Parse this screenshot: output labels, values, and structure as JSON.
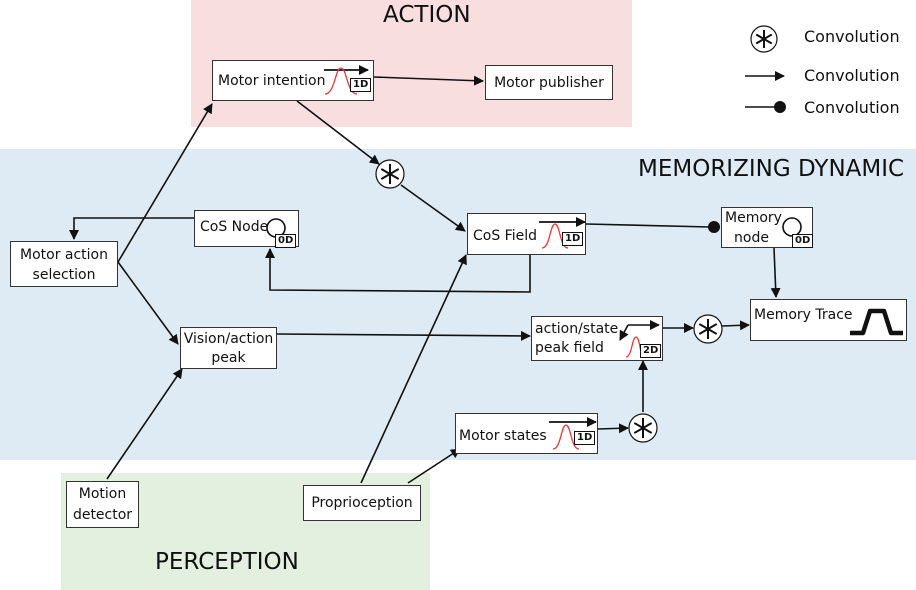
{
  "regions": {
    "action": {
      "title": "ACTION",
      "color": "#f8dede"
    },
    "memorizing": {
      "title": "MEMORIZING DYNAMIC",
      "color": "#deebf4"
    },
    "perception": {
      "title": "PERCEPTION",
      "color": "#e3f0e0"
    }
  },
  "legend": [
    {
      "symbol": "convolution-star",
      "label": "Convolution"
    },
    {
      "symbol": "arrow",
      "label": "Convolution"
    },
    {
      "symbol": "dot-line",
      "label": "Convolution"
    }
  ],
  "nodes": {
    "motor_intention": {
      "label": "Motor intention",
      "dim": "1D"
    },
    "motor_publisher": {
      "label": "Motor publisher"
    },
    "motor_action_selection": {
      "line1": "Motor action",
      "line2": "selection"
    },
    "cos_node": {
      "label": "CoS Node",
      "dim": "0D"
    },
    "cos_field": {
      "label": "CoS Field",
      "dim": "1D"
    },
    "memory_node": {
      "line1": "Memory",
      "line2": "node",
      "dim": "0D"
    },
    "memory_trace": {
      "label": "Memory Trace"
    },
    "vision_action_peak": {
      "line1": "Vision/action",
      "line2": "peak"
    },
    "action_state_peak_field": {
      "line1": "action/state",
      "line2": "peak field",
      "dim": "2D"
    },
    "motor_states": {
      "label": "Motor states",
      "dim": "1D"
    },
    "motion_detector": {
      "line1": "Motion",
      "line2": "detector"
    },
    "proprioception": {
      "label": "Proprioception"
    }
  },
  "colors": {
    "gaussian": "#e23c3c",
    "line": "#111111"
  }
}
